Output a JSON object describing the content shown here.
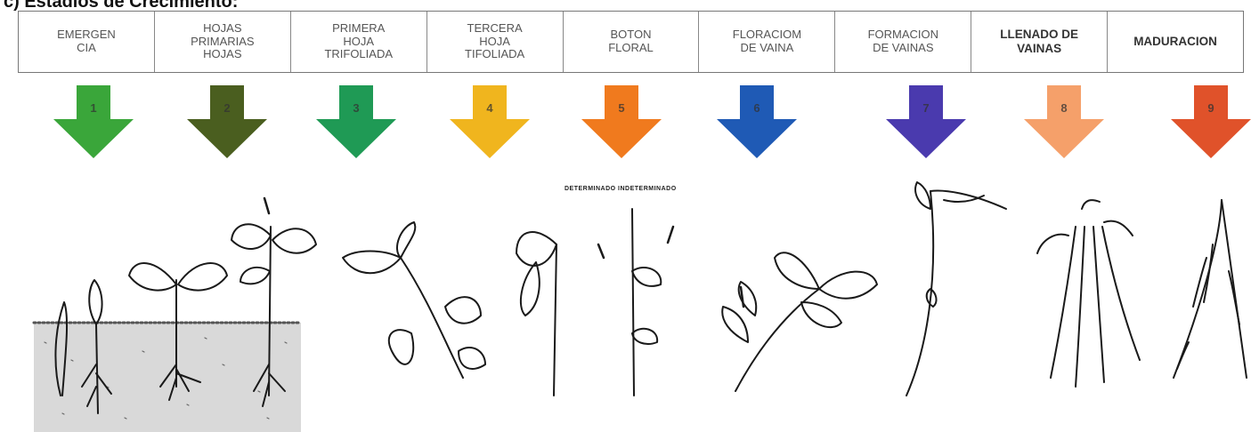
{
  "title": "c) Estadios de Crecimiento:",
  "stages": [
    {
      "label": "EMERGEN\nCIA",
      "number": "1",
      "color": "#3aa63a",
      "bold": false
    },
    {
      "label": "HOJAS\nPRIMARIAS\nHOJAS",
      "number": "2",
      "color": "#4a5e1f",
      "bold": false
    },
    {
      "label": "PRIMERA\nHOJA\nTRIFOLIADA",
      "number": "3",
      "color": "#1f9a55",
      "bold": false
    },
    {
      "label": "TERCERA\nHOJA\nTIFOLIADA",
      "number": "4",
      "color": "#f0b51e",
      "bold": false
    },
    {
      "label": "BOTON\nFLORAL",
      "number": "5",
      "color": "#f07a1e",
      "bold": false
    },
    {
      "label": "FLORACIOM\nDE VAINA",
      "number": "6",
      "color": "#1f5ab5",
      "bold": false
    },
    {
      "label": "FORMACION\nDE VAINAS",
      "number": "7",
      "color": "#4a3aae",
      "bold": false
    },
    {
      "label": "LLENADO DE\nVAINAS",
      "number": "8",
      "color": "#f5a06a",
      "bold": true
    },
    {
      "label": "MADURACION",
      "number": "9",
      "color": "#e0522a",
      "bold": true
    }
  ],
  "annotation": "DETERMINADO INDETERMINADO"
}
